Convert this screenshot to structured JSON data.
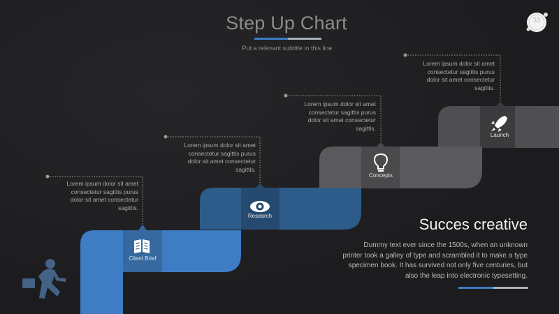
{
  "slide": {
    "title": "Step Up Chart",
    "subtitle": "Put a relevant subtitle in this line",
    "page_number": "33"
  },
  "colors": {
    "blue_dark": "#2e5c8a",
    "blue": "#3e7cc4",
    "gray": "#4f4f52",
    "gray_dark": "#3b3b3d",
    "accent_light": "#a8b0bb"
  },
  "steps": [
    {
      "label": "Client Brief",
      "icon": "book-icon",
      "text": [
        "Lorem ipsum dolor sit amet",
        "consectetur sagittis purus",
        "dolor sit amet consectetur",
        "sagittis."
      ]
    },
    {
      "label": "Research",
      "icon": "eye-icon",
      "text": [
        "Lorem ipsum dolor sit amet",
        "consectetur sagittis purus",
        "dolor sit amet consectetur",
        "sagittis."
      ]
    },
    {
      "label": "Concepts",
      "icon": "lightbulb-icon",
      "text": [
        "Lorem ipsum dolor sit amet",
        "consectetur sagittis purus",
        "dolor sit amet consectetur",
        "sagittis."
      ]
    },
    {
      "label": "Launch",
      "icon": "rocket-icon",
      "text": [
        "Lorem ipsum dolor sit amet",
        "consectetur sagittis purus",
        "dolor sit amet consectetur",
        "sagittis."
      ]
    }
  ],
  "success": {
    "title": "Succes creative",
    "body": [
      "Dummy text ever since the 1500s, when an unknown",
      "printer took a galley of type and scrambled it to make a type",
      "specimen book. It has survived not only five centuries, but",
      "also the leap into electronic typesetting."
    ]
  },
  "decor": {
    "runner_icon": "runner-with-briefcase-icon"
  }
}
